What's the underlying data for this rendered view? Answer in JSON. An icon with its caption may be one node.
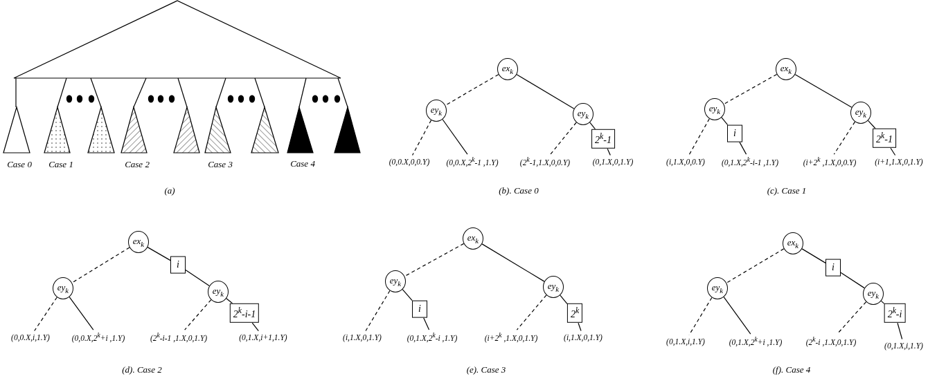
{
  "diagram": {
    "nodes": [
      {
        "text": [
          "ex$_{k}$"
        ]
      },
      {
        "text": [
          "ey$_{k}$"
        ]
      },
      {
        "text": [
          "ey$_{k}$"
        ]
      },
      {
        "text": [
          "2$^{k}$-1"
        ]
      },
      {
        "text": [
          "(0,0.X,0,0.Y)"
        ]
      },
      {
        "text": [
          "(0,0.X,2$^{k}$-1 ,1.Y)"
        ]
      },
      {
        "text": [
          "(2$^{k}$-1,1.X,0,0.Y)"
        ]
      },
      {
        "text": [
          "(0,1.X,0,1.Y)"
        ]
      },
      {
        "text": [
          "ex$_{k}$"
        ]
      },
      {
        "text": [
          "ey$_{k}$"
        ]
      },
      {
        "text": [
          "i"
        ]
      },
      {
        "text": [
          "ey$_{k}$"
        ]
      },
      {
        "text": [
          "2$^{k}$-1"
        ]
      },
      {
        "text": [
          "(i,1.X,0,0.Y)"
        ]
      },
      {
        "text": [
          "(0,1.X,2$^{k}$-i-1 ,1.Y)"
        ]
      },
      {
        "text": [
          "(i+2$^{k}$ ,1.X,0,0.Y)"
        ]
      },
      {
        "text": [
          "(i+1,1.X,0,1.Y)"
        ]
      },
      {
        "text": [
          "ex$_{k}$"
        ]
      },
      {
        "text": [
          "i"
        ]
      },
      {
        "text": [
          "ey$_{k}$"
        ]
      },
      {
        "text": [
          "ey$_{k}$"
        ]
      },
      {
        "text": [
          "2$^{k}$-i-1"
        ]
      },
      {
        "text": [
          "(0,0.X,i,1.Y)"
        ]
      },
      {
        "text": [
          "(0,0.X,2$^{k}$+i ,1.Y)"
        ]
      },
      {
        "text": [
          "(2$^{k}$-i-1 ,1.X,0,1.Y)"
        ]
      },
      {
        "text": [
          "(0,1.X,i+1,1.Y)"
        ]
      },
      {
        "text": [
          "ex$_{k}$"
        ]
      },
      {
        "text": [
          "ey$_{k}$"
        ]
      },
      {
        "text": [
          "i"
        ]
      },
      {
        "text": [
          "ey$_{k}$"
        ]
      },
      {
        "text": [
          "2$^{k}$"
        ]
      },
      {
        "text": [
          "(i,1.X,0,1.Y)"
        ]
      },
      {
        "text": [
          "(0,1.X,2$^{k}$-i ,1.Y)"
        ]
      },
      {
        "text": [
          "(i+2$^{k}$ ,1.X,0,1.Y)"
        ]
      },
      {
        "text": [
          "(i,1.X,0,1.Y)"
        ]
      },
      {
        "text": [
          "ex$_{k}$"
        ]
      },
      {
        "text": [
          "i"
        ]
      },
      {
        "text": [
          "ey$_{k}$"
        ]
      },
      {
        "text": [
          "ey$_{k}$"
        ]
      },
      {
        "text": [
          "2$^{k}$-i"
        ]
      },
      {
        "text": [
          "(0,1.X,i,1.Y)"
        ]
      },
      {
        "text": [
          "(0,1.X,2$^{k}$+i ,1.Y)"
        ]
      },
      {
        "text": [
          "(2$^{k}$-i ,1.X,0,1.Y)"
        ]
      },
      {
        "text": [
          "(0,1.X,i,1.Y)"
        ]
      }
    ],
    "edges": [
      {
        "from": 0,
        "to": 1,
        "arrow": "none",
        "style": "dashed"
      },
      {
        "from": 0,
        "to": 2,
        "arrow": "none"
      },
      {
        "from": 1,
        "to": 4,
        "arrow": "none",
        "style": "dashed"
      },
      {
        "from": 1,
        "to": 5,
        "arrow": "none"
      },
      {
        "from": 2,
        "to": 6,
        "arrow": "none",
        "style": "dashed"
      },
      {
        "from": 2,
        "to": 3,
        "arrow": "none"
      },
      {
        "from": 3,
        "to": 7,
        "arrow": "none"
      },
      {
        "from": 8,
        "to": 9,
        "arrow": "none",
        "style": "dashed"
      },
      {
        "from": 8,
        "to": 11,
        "arrow": "none"
      },
      {
        "from": 9,
        "to": 13,
        "arrow": "none",
        "style": "dashed"
      },
      {
        "from": 9,
        "to": 10,
        "arrow": "none"
      },
      {
        "from": 10,
        "to": 14,
        "arrow": "none"
      },
      {
        "from": 11,
        "to": 15,
        "arrow": "none",
        "style": "dashed"
      },
      {
        "from": 11,
        "to": 12,
        "arrow": "none"
      },
      {
        "from": 12,
        "to": 16,
        "arrow": "none"
      },
      {
        "from": 17,
        "to": 19,
        "arrow": "none",
        "style": "dashed"
      },
      {
        "from": 17,
        "to": 18,
        "arrow": "none"
      },
      {
        "from": 18,
        "to": 20,
        "arrow": "none"
      },
      {
        "from": 19,
        "to": 22,
        "arrow": "none",
        "style": "dashed"
      },
      {
        "from": 19,
        "to": 23,
        "arrow": "none"
      },
      {
        "from": 20,
        "to": 24,
        "arrow": "none",
        "style": "dashed"
      },
      {
        "from": 20,
        "to": 21,
        "arrow": "none"
      },
      {
        "from": 21,
        "to": 25,
        "arrow": "none"
      },
      {
        "from": 26,
        "to": 27,
        "arrow": "none",
        "style": "dashed"
      },
      {
        "from": 26,
        "to": 29,
        "arrow": "none"
      },
      {
        "from": 27,
        "to": 31,
        "arrow": "none",
        "style": "dashed"
      },
      {
        "from": 27,
        "to": 28,
        "arrow": "none"
      },
      {
        "from": 28,
        "to": 32,
        "arrow": "none"
      },
      {
        "from": 29,
        "to": 33,
        "arrow": "none",
        "style": "dashed"
      },
      {
        "from": 29,
        "to": 30,
        "arrow": "none"
      },
      {
        "from": 30,
        "to": 34,
        "arrow": "none"
      },
      {
        "from": 35,
        "to": 37,
        "arrow": "none",
        "style": "dashed"
      },
      {
        "from": 35,
        "to": 36,
        "arrow": "none"
      },
      {
        "from": 36,
        "to": 38,
        "arrow": "none"
      },
      {
        "from": 37,
        "to": 40,
        "arrow": "none",
        "style": "dashed"
      },
      {
        "from": 37,
        "to": 41,
        "arrow": "none"
      },
      {
        "from": 38,
        "to": 42,
        "arrow": "none",
        "style": "dashed"
      },
      {
        "from": 38,
        "to": 39,
        "arrow": "none"
      },
      {
        "from": 39,
        "to": 43,
        "arrow": "none"
      }
    ],
    "labels": [
      "Case 0",
      "Case 1",
      "Case 2",
      "Case 3",
      "Case 4",
      "(a)",
      "(b). Case 0",
      "(c). Case 1",
      "(d). Case 2",
      "(e). Case 3",
      "(f). Case 4"
    ]
  }
}
